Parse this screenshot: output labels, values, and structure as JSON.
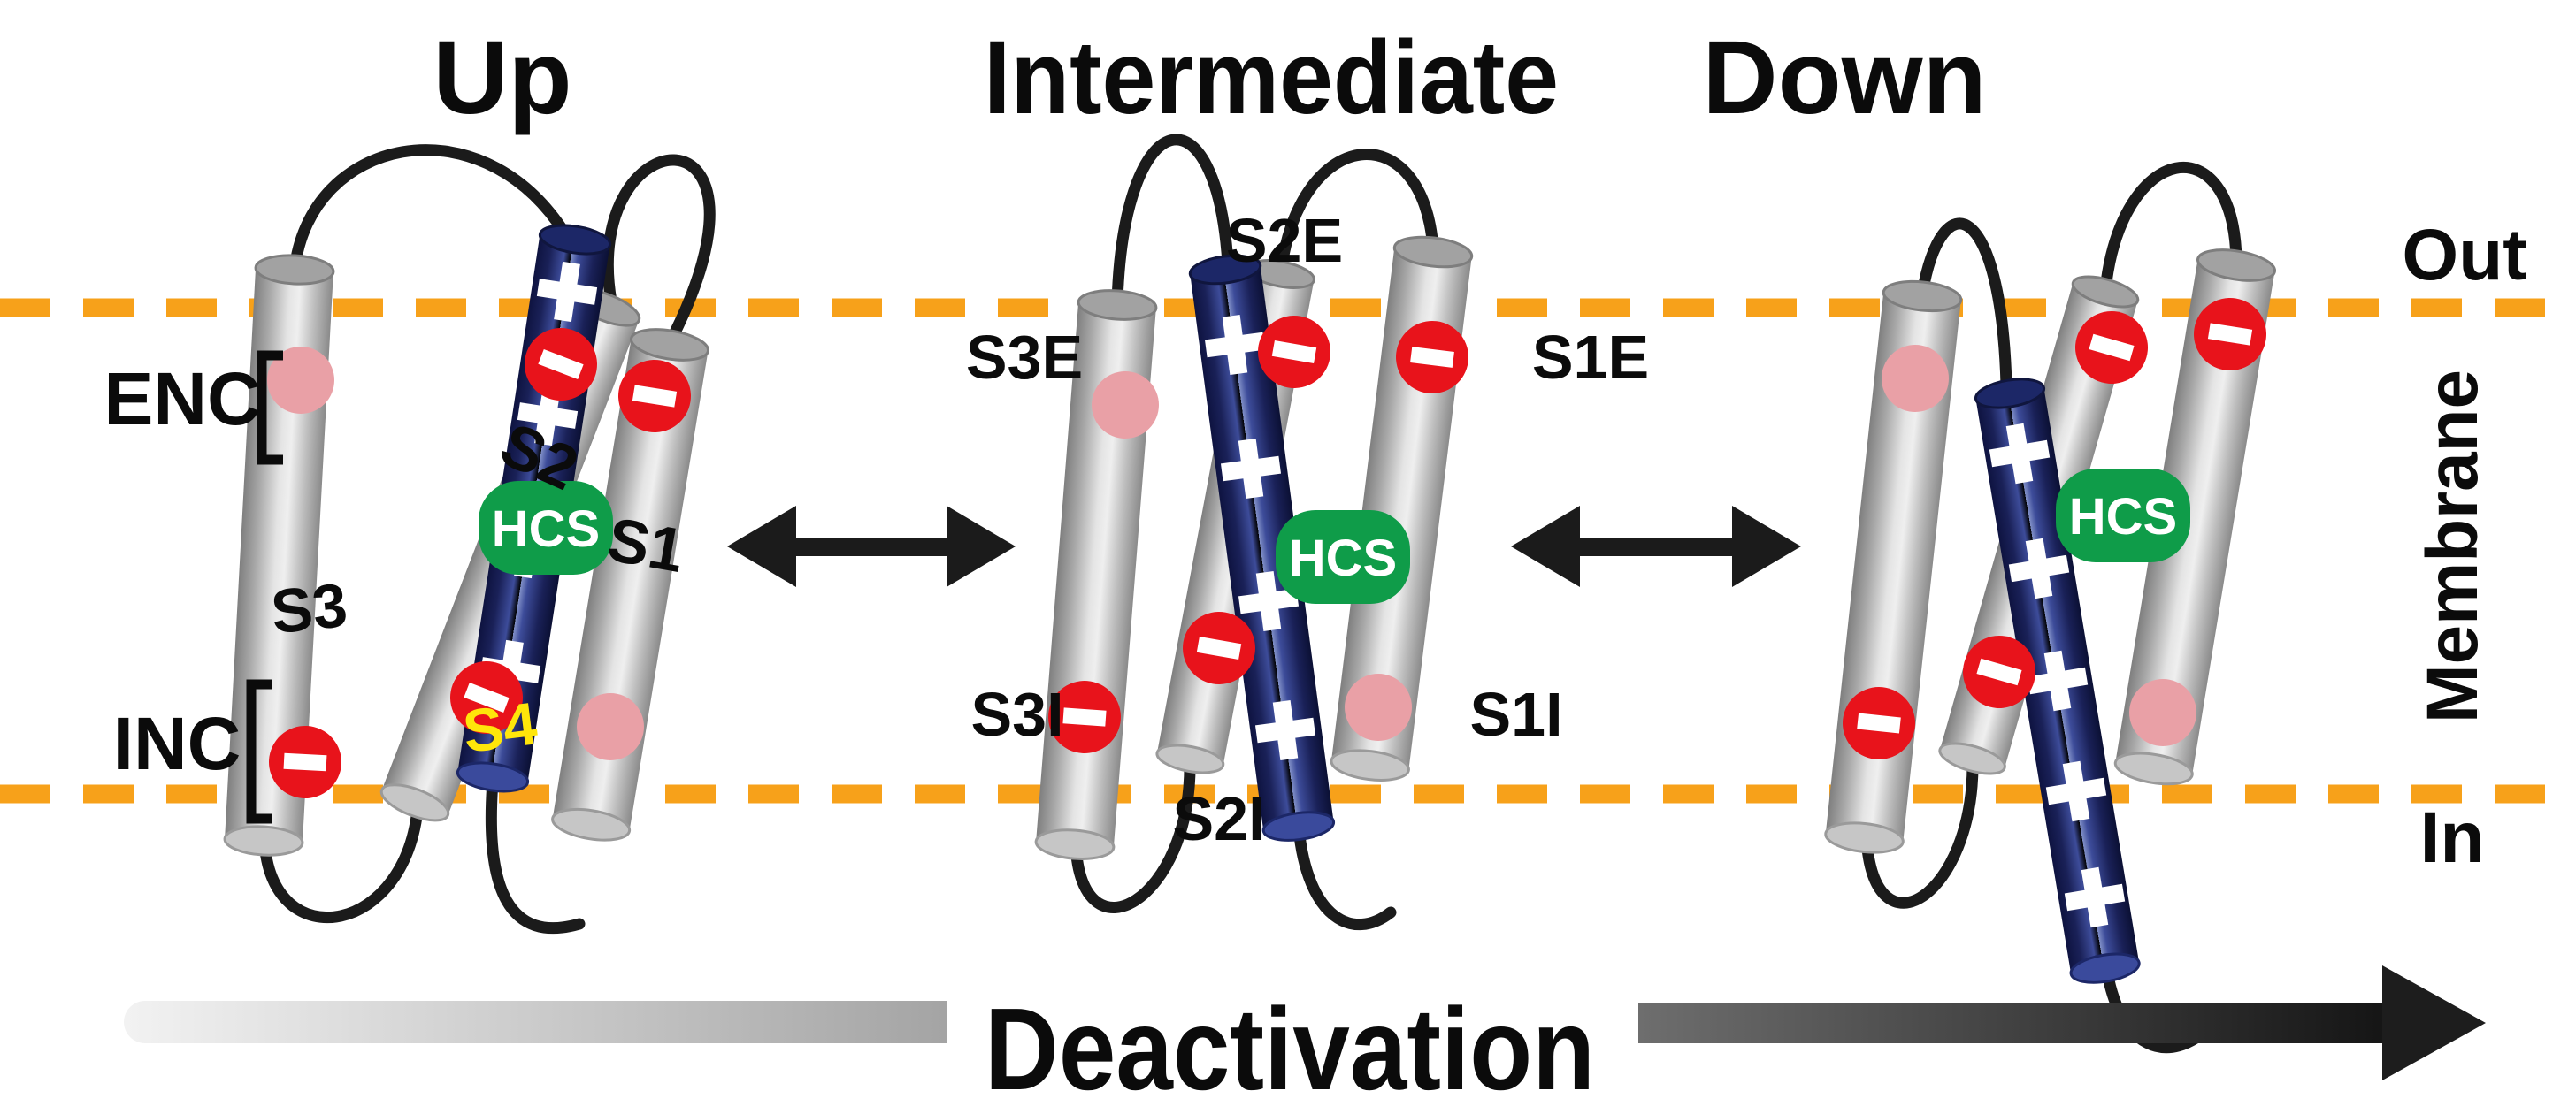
{
  "figure": {
    "type": "voltage-sensor-domain state diagram",
    "process_label": "Deactivation"
  },
  "states": {
    "up": "Up",
    "intermediate": "Intermediate",
    "down": "Down"
  },
  "membrane": {
    "out": "Out",
    "membrane": "Membrane",
    "in": "In"
  },
  "up_panel": {
    "enc": "ENC",
    "inc": "INC",
    "s3": "S3",
    "s2": "S2",
    "s1": "S1",
    "s4": "S4",
    "hcs": "HCS"
  },
  "intermediate_panel": {
    "s3e": "S3E",
    "s2e": "S2E",
    "s1e": "S1E",
    "s3i": "S3I",
    "s2i": "S2I",
    "s1i": "S1I",
    "hcs": "HCS"
  },
  "down_panel": {
    "hcs": "HCS"
  },
  "charges_visible": {
    "up": {
      "plus_on_s4": 4,
      "minus_badges": 4,
      "pink_spots": 2
    },
    "intermediate": {
      "plus_on_s4": 4,
      "minus_badges": 4,
      "pink_spots": 2
    },
    "down": {
      "plus_on_s4": 5,
      "minus_badges": 4,
      "pink_spots": 2
    }
  },
  "colors": {
    "membrane_orange": "#F7A11A",
    "helix_blue": "#1E2A6E",
    "helix_gray": "#C8C8C8",
    "charge_red": "#E8131B",
    "spot_pink": "#E9A0A6",
    "hcs_green": "#0F9C49",
    "s4_label_yellow": "#FFE60A",
    "loop_black": "#1B1B1B"
  }
}
